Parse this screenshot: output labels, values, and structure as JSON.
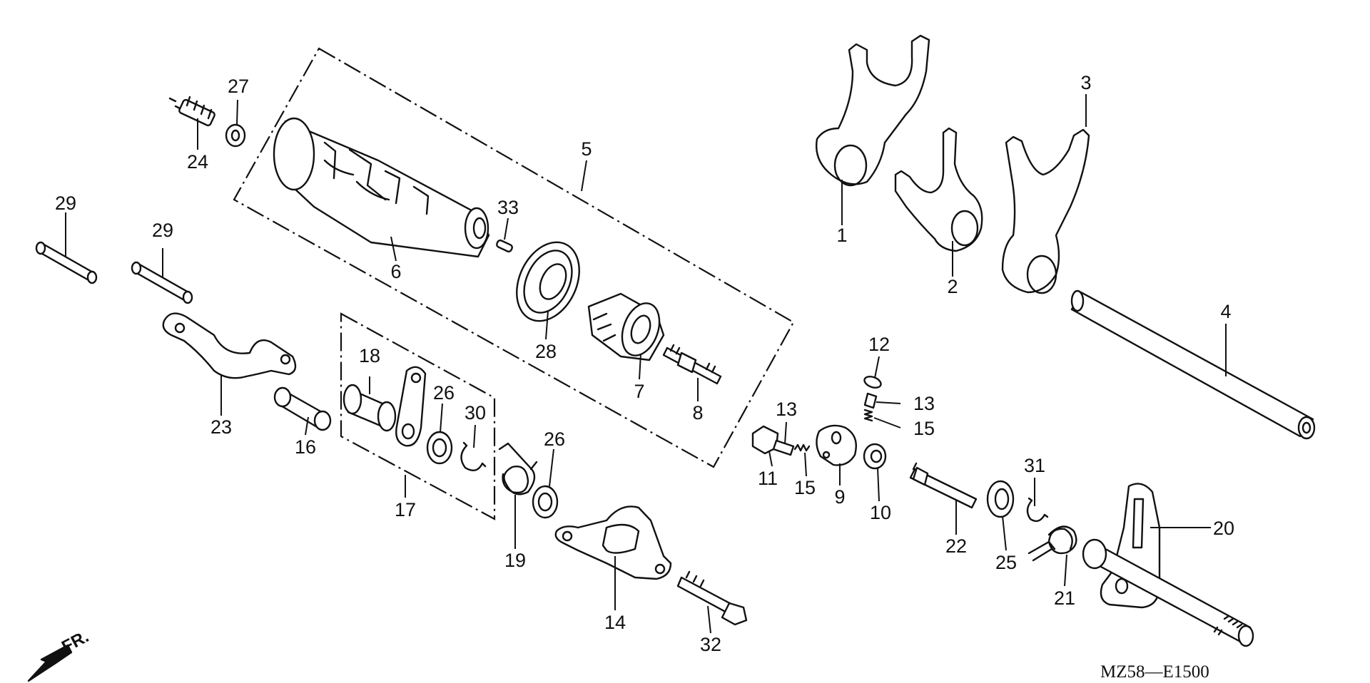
{
  "labels": {
    "l1": "1",
    "l2": "2",
    "l3": "3",
    "l4": "4",
    "l5": "5",
    "l6": "6",
    "l7": "7",
    "l8": "8",
    "l9": "9",
    "l10": "10",
    "l11": "11",
    "l12": "12",
    "l13a": "13",
    "l13b": "13",
    "l14": "14",
    "l15a": "15",
    "l15b": "15",
    "l16": "16",
    "l17": "17",
    "l18": "18",
    "l19": "19",
    "l20": "20",
    "l21": "21",
    "l22": "22",
    "l23": "23",
    "l24": "24",
    "l25": "25",
    "l26a": "26",
    "l26b": "26",
    "l27": "27",
    "l28": "28",
    "l29a": "29",
    "l29b": "29",
    "l30": "30",
    "l31": "31",
    "l32": "32",
    "l33": "33"
  },
  "diagram_code": "MZ58—E1500",
  "direction_label": "FR."
}
